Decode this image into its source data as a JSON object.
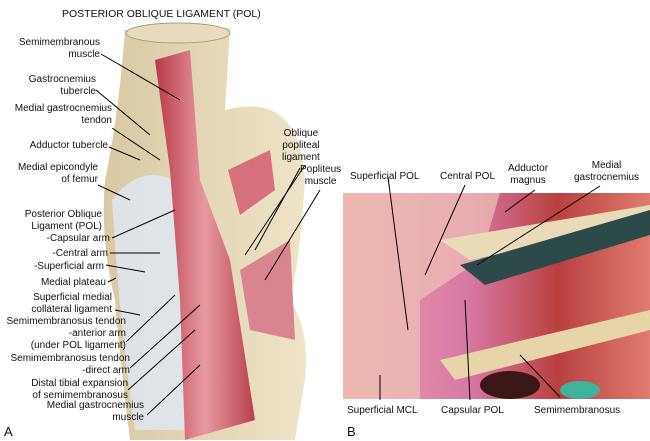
{
  "title": "POSTERIOR OBLIQUE LIGAMENT (POL)",
  "panel_a": {
    "letter": "A",
    "labels": [
      "Semimembranous\nmuscle",
      "Gastrocnemius\ntubercle",
      "Medial gastrocnemius\ntendon",
      "Adductor tubercle",
      "Medial epicondyle\nof femur",
      "Posterior Oblique\nLigament (POL)",
      "-Capsular arm",
      "-Central arm",
      "-Superficial arm",
      "Medial plateau",
      "Superficial medial\ncollateral ligament",
      "Semimembranosus tendon\n-anterior arm\n(under POL ligament)",
      "Semimembranosus tendon\n-direct arm",
      "Distal tibial expansion\nof semimembranosus",
      "Medial gastrocnemius\nmuscle"
    ],
    "right_labels": [
      "Oblique\npopliteal\nligament",
      "Popliteus\nmuscle"
    ]
  },
  "panel_b": {
    "letter": "B",
    "top_labels": [
      "Superficial POL",
      "Central POL",
      "Adductor\nmagnus",
      "Medial\ngastrocnemius"
    ],
    "bottom_labels": [
      "Superficial MCL",
      "Capsular POL",
      "Semimembranosus"
    ]
  }
}
